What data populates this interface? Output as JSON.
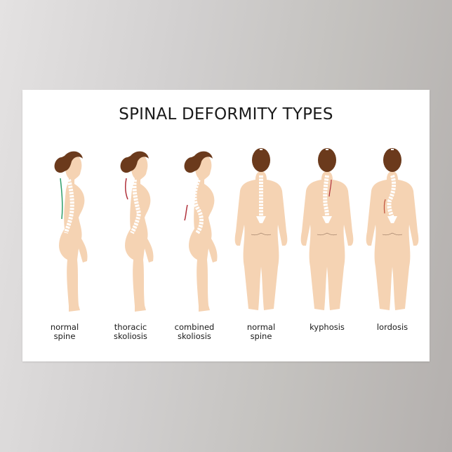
{
  "poster": {
    "title": "SPINAL DEFORMITY TYPES",
    "colors": {
      "background_wall": "#c8c6c4",
      "poster_bg": "#ffffff",
      "skin": "#f5d3b3",
      "hair": "#6b3a1c",
      "spine": "#ffffff",
      "normal_curve": "#2e9e6a",
      "deformity_curve": "#b0303a"
    },
    "figures": [
      {
        "view": "side",
        "label_line1": "normal",
        "label_line2": "spine",
        "indicator": "green curve along back"
      },
      {
        "view": "side",
        "label_line1": "thoracic",
        "label_line2": "skoliosis",
        "indicator": "red curve upper back"
      },
      {
        "view": "side",
        "label_line1": "combined",
        "label_line2": "skoliosis",
        "indicator": "red curve lower back"
      },
      {
        "view": "back",
        "label_line1": "normal",
        "label_line2": "spine",
        "indicator": "none"
      },
      {
        "view": "back",
        "label_line1": "kyphosis",
        "label_line2": "",
        "indicator": "red curve upper spine"
      },
      {
        "view": "back",
        "label_line1": "lordosis",
        "label_line2": "",
        "indicator": "red curve lower spine"
      }
    ]
  }
}
